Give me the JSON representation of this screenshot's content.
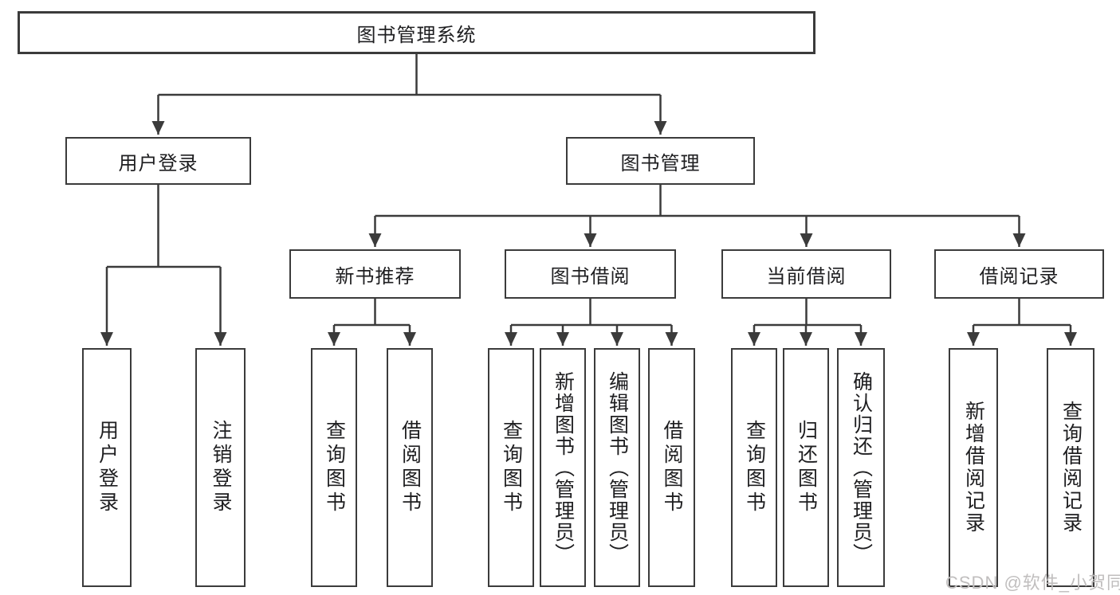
{
  "tree": {
    "root": "图书管理系统",
    "children": [
      {
        "label": "用户登录",
        "children": [
          "用户登录",
          "注销登录"
        ]
      },
      {
        "label": "图书管理",
        "children": [
          {
            "label": "新书推荐",
            "children": [
              "查询图书",
              "借阅图书"
            ]
          },
          {
            "label": "图书借阅",
            "children": [
              "查询图书",
              "新增图书（管理员）",
              "编辑图书（管理员）",
              "借阅图书"
            ]
          },
          {
            "label": "当前借阅",
            "children": [
              "查询图书",
              "归还图书",
              "确认归还（管理员）"
            ]
          },
          {
            "label": "借阅记录",
            "children": [
              "新增借阅记录",
              "查询借阅记录"
            ]
          }
        ]
      }
    ]
  },
  "watermark": {
    "text": "CSDN @软件_小贺同学"
  },
  "colors": {
    "border": "#3b3b3b",
    "line": "#3b3b3b",
    "text": "#1e1e20",
    "background": "#ffffff",
    "watermark": "#c0bebe"
  }
}
